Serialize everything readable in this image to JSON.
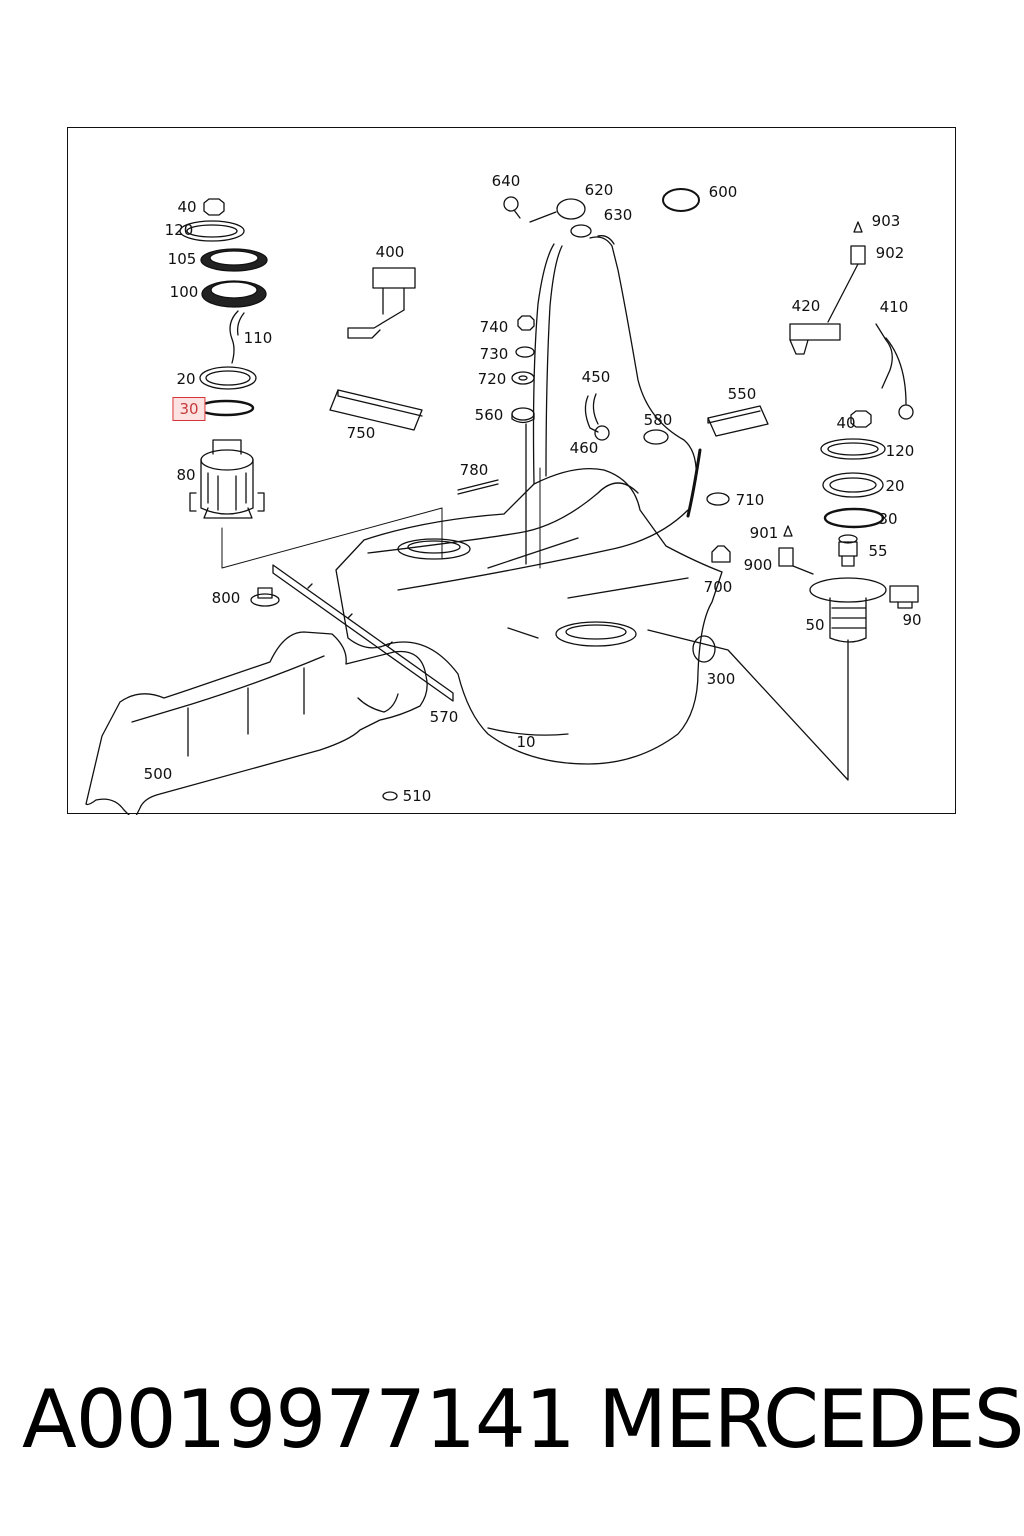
{
  "diagram": {
    "labels": [
      {
        "id": "40a",
        "text": "40"
      },
      {
        "id": "120a",
        "text": "120"
      },
      {
        "id": "105",
        "text": "105"
      },
      {
        "id": "100",
        "text": "100"
      },
      {
        "id": "110",
        "text": "110"
      },
      {
        "id": "20a",
        "text": "20"
      },
      {
        "id": "30a",
        "text": "30",
        "highlighted": true
      },
      {
        "id": "80",
        "text": "80"
      },
      {
        "id": "400",
        "text": "400"
      },
      {
        "id": "750",
        "text": "750"
      },
      {
        "id": "640",
        "text": "640"
      },
      {
        "id": "620",
        "text": "620"
      },
      {
        "id": "630",
        "text": "630"
      },
      {
        "id": "600",
        "text": "600"
      },
      {
        "id": "740",
        "text": "740"
      },
      {
        "id": "730",
        "text": "730"
      },
      {
        "id": "720",
        "text": "720"
      },
      {
        "id": "560",
        "text": "560"
      },
      {
        "id": "450",
        "text": "450"
      },
      {
        "id": "460",
        "text": "460"
      },
      {
        "id": "580",
        "text": "580"
      },
      {
        "id": "550",
        "text": "550"
      },
      {
        "id": "903",
        "text": "903"
      },
      {
        "id": "902",
        "text": "902"
      },
      {
        "id": "420",
        "text": "420"
      },
      {
        "id": "410",
        "text": "410"
      },
      {
        "id": "40b",
        "text": "40"
      },
      {
        "id": "120b",
        "text": "120"
      },
      {
        "id": "20b",
        "text": "20"
      },
      {
        "id": "30b",
        "text": "30"
      },
      {
        "id": "55",
        "text": "55"
      },
      {
        "id": "901",
        "text": "901"
      },
      {
        "id": "900",
        "text": "900"
      },
      {
        "id": "710",
        "text": "710"
      },
      {
        "id": "700",
        "text": "700"
      },
      {
        "id": "780",
        "text": "780"
      },
      {
        "id": "800",
        "text": "800"
      },
      {
        "id": "50",
        "text": "50"
      },
      {
        "id": "90",
        "text": "90"
      },
      {
        "id": "300",
        "text": "300"
      },
      {
        "id": "570",
        "text": "570"
      },
      {
        "id": "10",
        "text": "10"
      },
      {
        "id": "500",
        "text": "500"
      },
      {
        "id": "510",
        "text": "510"
      }
    ],
    "highlight_color": "#d9343b"
  },
  "footer": {
    "part_number": "A0019977141",
    "brand": "MERCEDES"
  }
}
